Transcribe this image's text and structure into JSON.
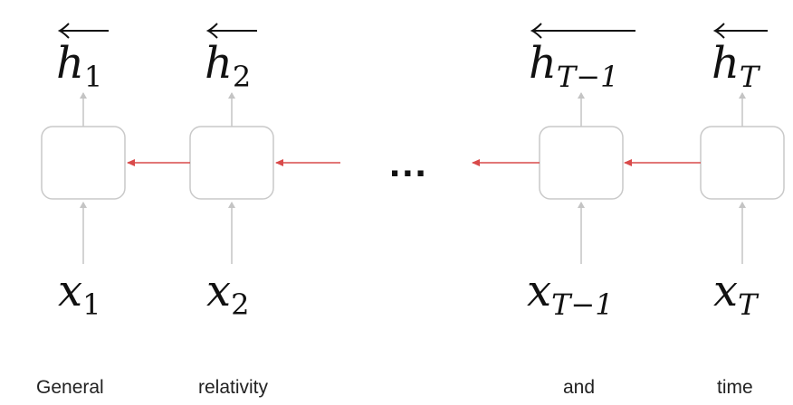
{
  "colors": {
    "cell_border": "#c9c9c9",
    "vertical_arrow": "#c4c4c4",
    "recurrent_arrow": "#d94a4a",
    "text": "#111111"
  },
  "outputs": [
    {
      "var": "h",
      "sub": "1"
    },
    {
      "var": "h",
      "sub": "2"
    },
    {
      "var": "h",
      "sub": "T−1"
    },
    {
      "var": "h",
      "sub": "T"
    }
  ],
  "inputs": [
    {
      "var": "x",
      "sub": "1"
    },
    {
      "var": "x",
      "sub": "2"
    },
    {
      "var": "x",
      "sub": "T−1"
    },
    {
      "var": "x",
      "sub": "T"
    }
  ],
  "words": [
    "General",
    "relativity",
    "and",
    "time"
  ],
  "ellipsis": "..."
}
